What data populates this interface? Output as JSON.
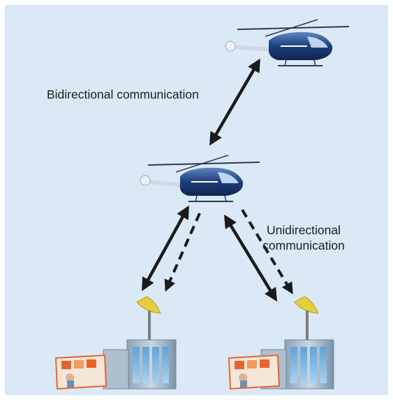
{
  "labels": {
    "bidirectional": "Bidirectional communication",
    "unidirectional_line1": "Unidirectional",
    "unidirectional_line2": "communication"
  },
  "colors": {
    "background": "#dbe9f6",
    "helicopter_body": "#1c3f7a",
    "arrow": "#1a1a1a",
    "antenna_dish": "#e6cf3c",
    "building": "#9fb3c4",
    "console": "#e8632a"
  }
}
